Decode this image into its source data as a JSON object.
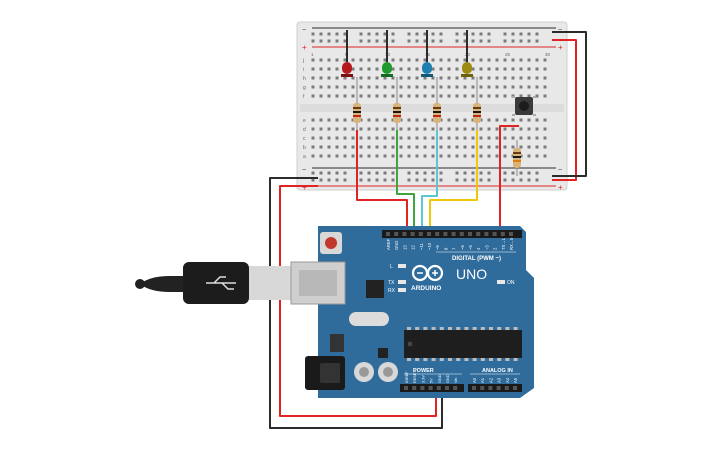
{
  "breadboard": {
    "rail_plus": "+",
    "rail_minus": "−",
    "row_letters_top": [
      "j",
      "i",
      "h",
      "g",
      "f"
    ],
    "row_letters_bottom": [
      "e",
      "d",
      "c",
      "b",
      "a"
    ],
    "column_numbers": [
      "1",
      "5",
      "10",
      "15",
      "20",
      "25",
      "30"
    ]
  },
  "leds": [
    {
      "color_name": "red-led",
      "hex": "#b51a1a"
    },
    {
      "color_name": "green-led",
      "hex": "#1f9a2c"
    },
    {
      "color_name": "blue-led",
      "hex": "#1f7fae"
    },
    {
      "color_name": "yellow-led",
      "hex": "#9c8a12"
    }
  ],
  "wires": {
    "red": "#e02323",
    "green": "#3fa63f",
    "cyan": "#5cc6d4",
    "yellow": "#f0c808",
    "black": "#2b2b2b"
  },
  "arduino": {
    "board_color": "#2f6c9c",
    "brand": "ARDUINO",
    "model": "UNO",
    "digital_label": "DIGITAL (PWM ~)",
    "power_label": "POWER",
    "analog_label": "ANALOG IN",
    "on_label": "ON",
    "led_l": "L",
    "led_tx": "TX",
    "led_rx": "RX",
    "header_digital": [
      "AREF",
      "GND",
      "13",
      "12",
      "~11",
      "~10",
      "~9",
      "8",
      "7",
      "~6",
      "~5",
      "4",
      "~3",
      "2",
      "TX→1",
      "RX←0"
    ],
    "header_power": [
      "IOREF",
      "RESET",
      "3.3V",
      "5V",
      "GND",
      "GND",
      "Vin"
    ],
    "header_analog": [
      "A0",
      "A1",
      "A2",
      "A3",
      "A4",
      "A5"
    ]
  }
}
